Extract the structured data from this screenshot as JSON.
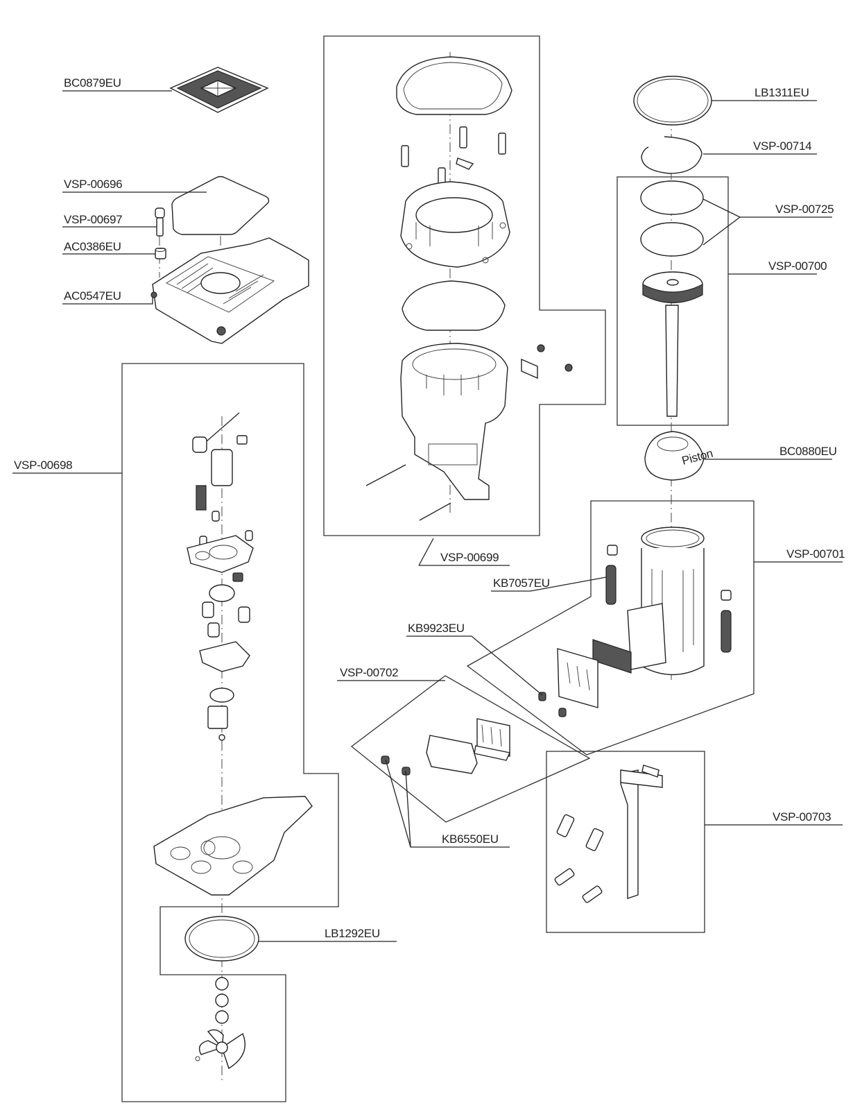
{
  "diagram": {
    "type": "exploded parts diagram",
    "labels": {
      "BC0879EU": "BC0879EU",
      "VSP_00696": "VSP-00696",
      "VSP_00697": "VSP-00697",
      "AC0386EU": "AC0386EU",
      "AC0547EU": "AC0547EU",
      "VSP_00698": "VSP-00698",
      "VSP_00699": "VSP-00699",
      "LB1311EU": "LB1311EU",
      "VSP_00714": "VSP-00714",
      "VSP_00725": "VSP-00725",
      "VSP_00700": "VSP-00700",
      "BC0880EU": "BC0880EU",
      "VSP_00701": "VSP-00701",
      "KB7057EU": "KB7057EU",
      "KB9923EU": "KB9923EU",
      "VSP_00702": "VSP-00702",
      "KB6550EU": "KB6550EU",
      "VSP_00703": "VSP-00703",
      "LB1292EU": "LB1292EU"
    },
    "part_stamp": "Piston"
  }
}
